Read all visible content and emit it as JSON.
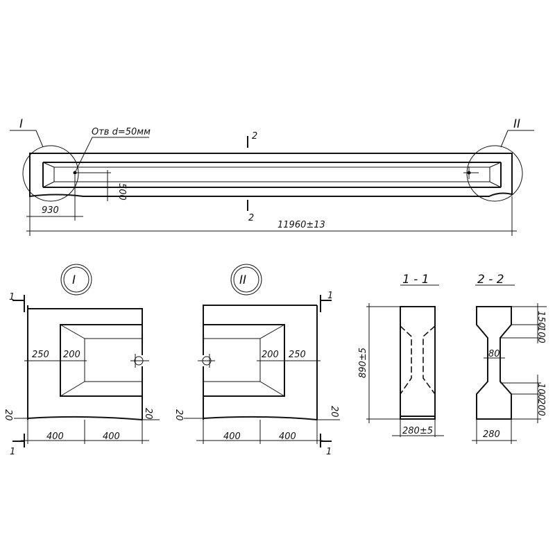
{
  "beam": {
    "detail_I_callout": "I",
    "detail_II_callout": "II",
    "hole_note": "Отв d=50мм",
    "dim_500": "500",
    "dim_930": "930",
    "dim_length": "11960±13",
    "section_2_top": "2",
    "section_2_bottom": "2"
  },
  "detail_I": {
    "title": "I",
    "section_mark_top": "1",
    "section_mark_bottom": "1",
    "dim_250": "250",
    "dim_200": "200",
    "dim_20_left": "20",
    "dim_20_right": "20",
    "dim_400_a": "400",
    "dim_400_b": "400"
  },
  "detail_II": {
    "title": "II",
    "section_mark_top": "1",
    "section_mark_bottom": "1",
    "dim_200": "200",
    "dim_250": "250",
    "dim_20_left": "20",
    "dim_20_right": "20",
    "dim_400_a": "400",
    "dim_400_b": "400"
  },
  "section_1_1": {
    "title": "1 - 1",
    "dim_height": "890±5",
    "dim_width": "280±5"
  },
  "section_2_2": {
    "title": "2 - 2",
    "dim_150": "150",
    "dim_100_top": "100",
    "dim_80": "80",
    "dim_100_bottom": "100",
    "dim_200": "200",
    "dim_width": "280"
  }
}
